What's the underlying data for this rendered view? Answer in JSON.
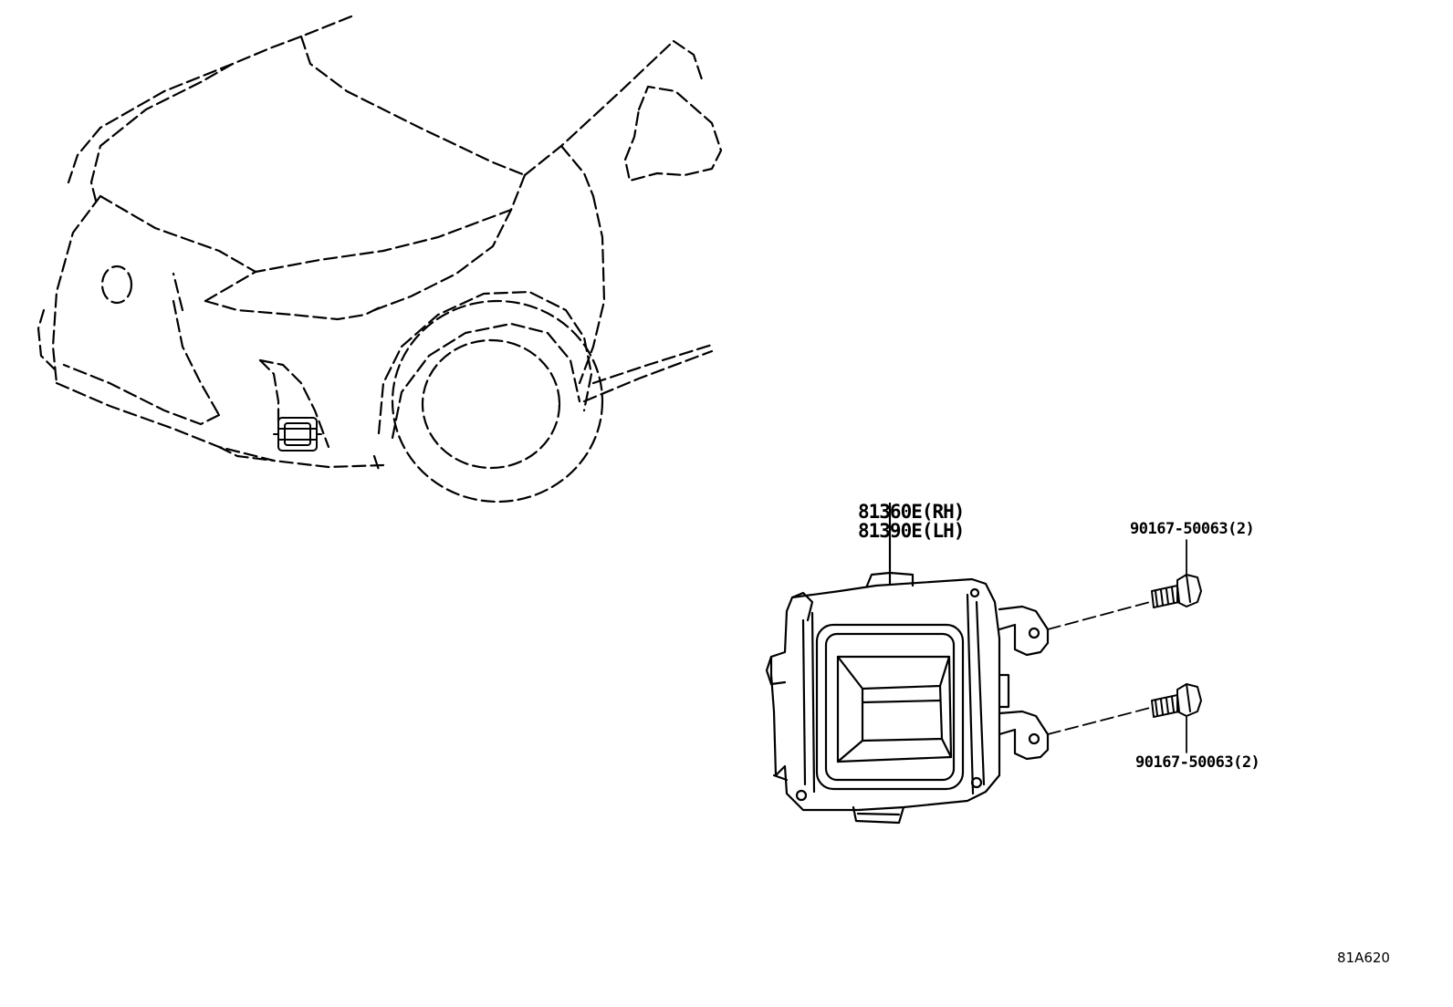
{
  "diagram": {
    "parts": [
      {
        "id": "part-rh",
        "number": "81360E(RH)"
      },
      {
        "id": "part-lh",
        "number": "81390E(LH)"
      }
    ],
    "bolts": [
      {
        "id": "bolt-upper",
        "number": "90167-50063(2)"
      },
      {
        "id": "bolt-lower",
        "number": "90167-50063(2)"
      }
    ],
    "illustration_code": "81A620",
    "colors": {
      "line": "#000000",
      "background": "#ffffff"
    }
  }
}
